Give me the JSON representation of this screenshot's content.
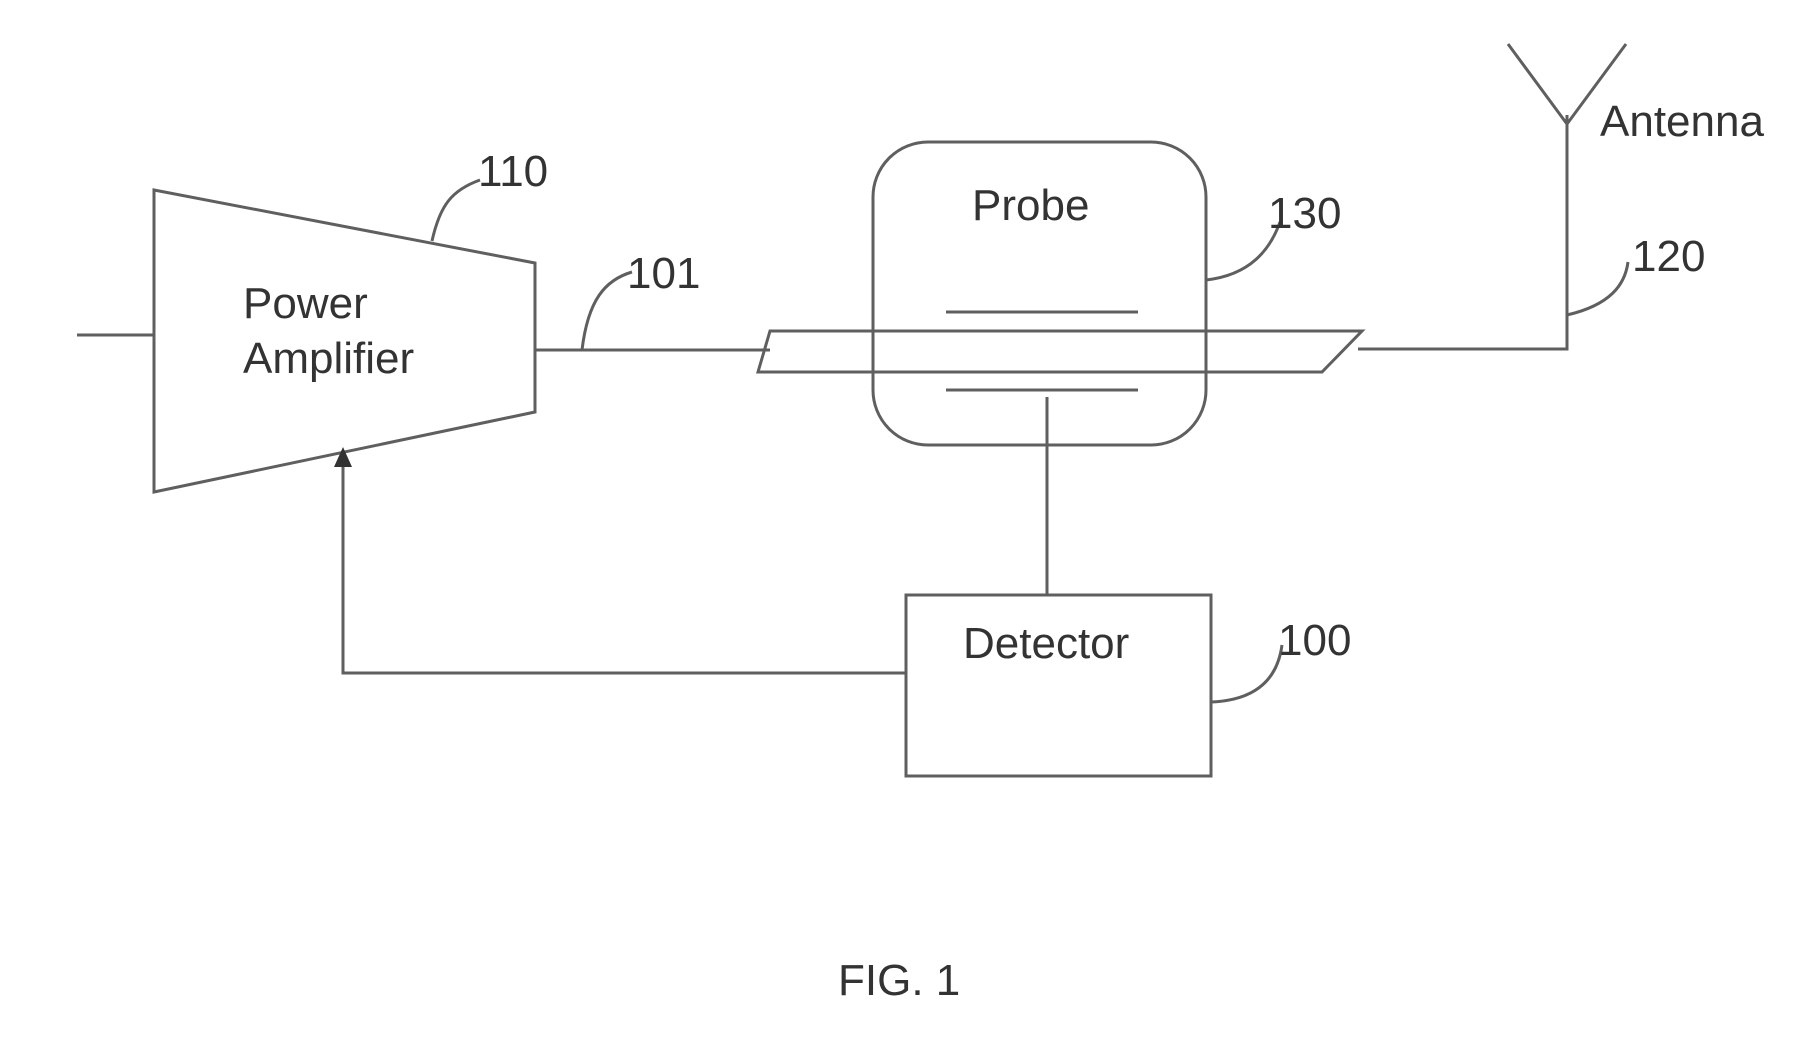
{
  "diagram": {
    "blocks": {
      "power_amplifier": {
        "line1": "Power",
        "line2": "Amplifier"
      },
      "probe": "Probe",
      "detector": "Detector",
      "antenna": "Antenna"
    },
    "reference_numerals": {
      "power_amplifier": "110",
      "transmission_line": "101",
      "probe": "130",
      "antenna_feed": "120",
      "detector": "100"
    },
    "caption": "FIG. 1"
  }
}
